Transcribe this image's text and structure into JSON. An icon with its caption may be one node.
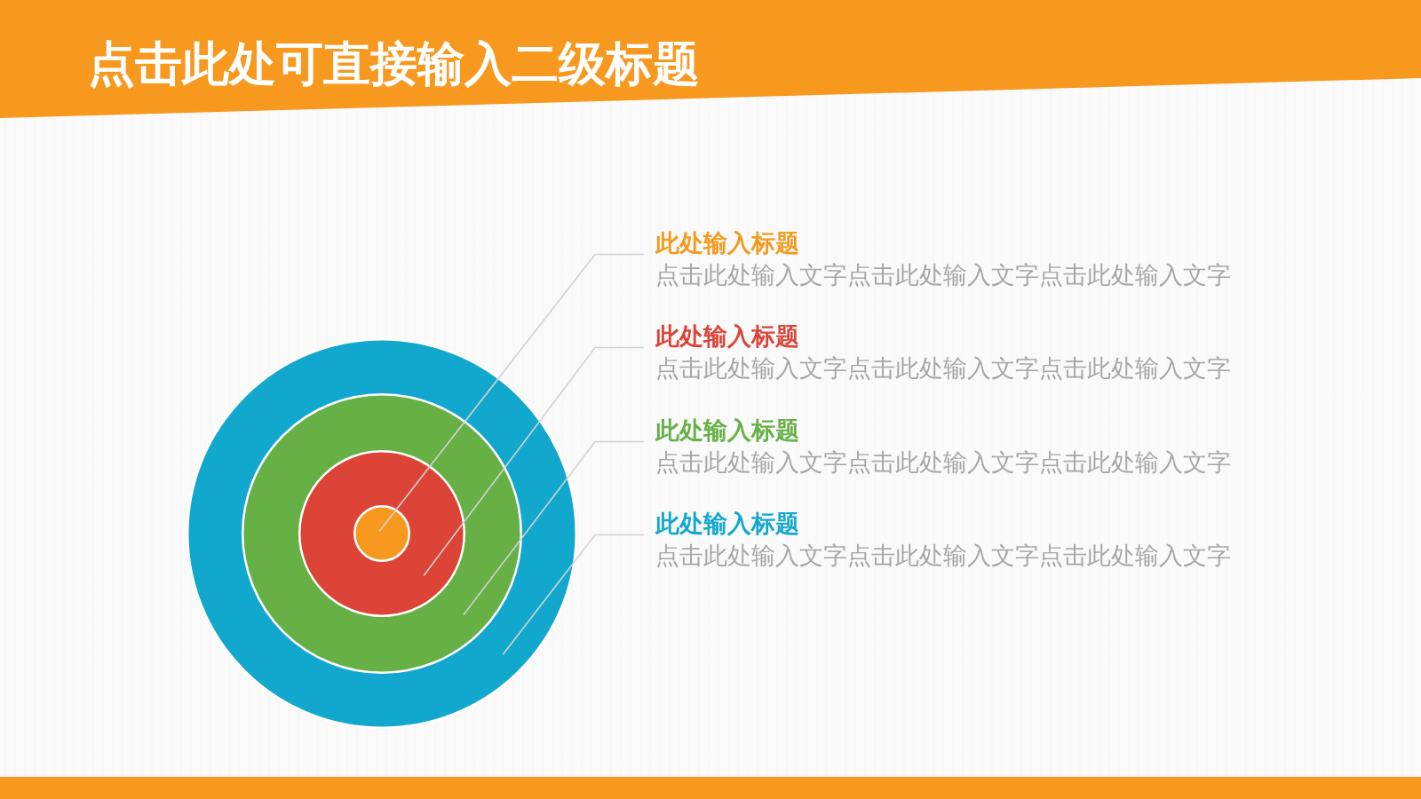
{
  "diagram": {
    "title": "点击此处可直接输入二级标题",
    "nodes": [
      {
        "text": [],
        "shape": "circle"
      },
      {
        "text": [],
        "shape": "circle",
        "in": 0
      },
      {
        "text": [],
        "shape": "circle",
        "in": 1
      },
      {
        "text": [],
        "shape": "circle",
        "in": 2
      },
      {
        "text": [
          "此处输入标题",
          "点击此处输入文字点击此处输入文字点击此处输入文字"
        ]
      },
      {
        "text": [
          "此处输入标题",
          "点击此处输入文字点击此处输入文字点击此处输入文字"
        ]
      },
      {
        "text": [
          "此处输入标题",
          "点击此处输入文字点击此处输入文字点击此处输入文字"
        ]
      },
      {
        "text": [
          "此处输入标题",
          "点击此处输入文字点击此处输入文字点击此处输入文字"
        ]
      }
    ],
    "edges": [
      {
        "from": 4,
        "to": 3,
        "arrow": "none"
      },
      {
        "from": 5,
        "to": 2,
        "arrow": "none"
      },
      {
        "from": 6,
        "to": 1,
        "arrow": "none"
      },
      {
        "from": 7,
        "to": 0,
        "arrow": "none"
      }
    ]
  }
}
